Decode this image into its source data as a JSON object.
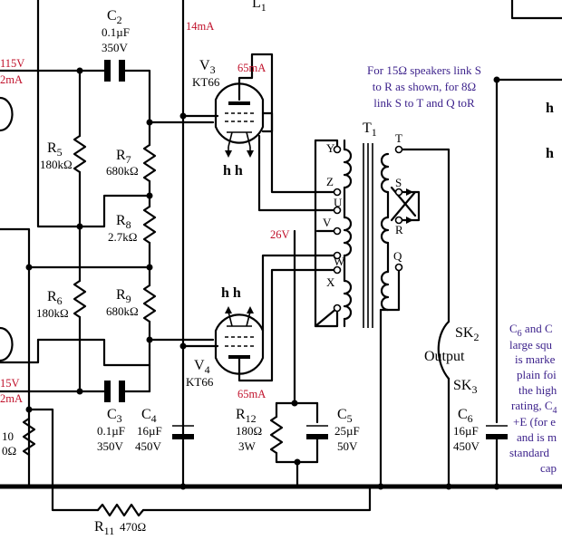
{
  "note_text": {
    "line1": "For 15Ω speakers link S",
    "line2": "to R as shown, for 8Ω",
    "line3": "link S to T and Q toR"
  },
  "side_note": {
    "line1": "C",
    "line1_sub": "6",
    "line1_tail": " and C",
    "line2": "large squ",
    "line3": "is marke",
    "line4": "plain foi",
    "line5": "the high",
    "line6": "rating, C",
    "line6_sub": "4",
    "line7": "+E (for e",
    "line8": "and is m",
    "line9": "standard",
    "line10": "cap"
  },
  "labels": {
    "c2_name": "C",
    "c2_sub": "2",
    "c2_value": "0.1µF",
    "c2_volt": "350V",
    "c3_name": "C",
    "c3_sub": "3",
    "c3_value": "0.1µF",
    "c3_volt": "350V",
    "c4_name": "C",
    "c4_sub": "4",
    "c4_value": "16µF",
    "c4_volt": "450V",
    "c5_name": "C",
    "c5_sub": "5",
    "c5_value": "25µF",
    "c5_volt": "50V",
    "c6_name": "C",
    "c6_sub": "6",
    "c6_value": "16µF",
    "c6_volt": "450V",
    "r5_name": "R",
    "r5_sub": "5",
    "r5_value": "180kΩ",
    "r6_name": "R",
    "r6_sub": "6",
    "r6_value": "180kΩ",
    "r7_name": "R",
    "r7_sub": "7",
    "r7_value": "680kΩ",
    "r8_name": "R",
    "r8_sub": "8",
    "r8_value": "2.7kΩ",
    "r9_name": "R",
    "r9_sub": "9",
    "r9_value": "680kΩ",
    "r10_name": "10",
    "r10_value": "0Ω",
    "r11_name": "R",
    "r11_sub": "11",
    "r11_value": "470Ω",
    "r12_name": "R",
    "r12_sub": "12",
    "r12_value": "180Ω",
    "r12_power": "3W",
    "v3_name": "V",
    "v3_sub": "3",
    "v3_type": "KT66",
    "v4_name": "V",
    "v4_sub": "4",
    "v4_type": "KT66",
    "t1_name": "T",
    "t1_sub": "1",
    "l1_name": "L",
    "l1_sub": "1",
    "sk2_name": "SK",
    "sk2_sub": "2",
    "sk3_name": "SK",
    "sk3_sub": "3",
    "output": "Output",
    "heater_top": "h h",
    "heater_bottom": "h h",
    "h_right1": "h",
    "h_right2": "h",
    "tap_y": "Y",
    "tap_z": "Z",
    "tap_u": "U",
    "tap_v": "V",
    "tap_w": "W",
    "tap_x": "X",
    "tap_t": "T",
    "tap_s": "S",
    "tap_r": "R",
    "tap_q": "Q"
  },
  "measurements": {
    "i_14": "14mA",
    "i_65_top": "65mA",
    "i_65_bottom": "65mA",
    "v_26": "26V",
    "v_115_top": "115V",
    "i_2_top": "2mA",
    "v_115_bottom": "15V",
    "i_2_bottom": "2mA"
  }
}
